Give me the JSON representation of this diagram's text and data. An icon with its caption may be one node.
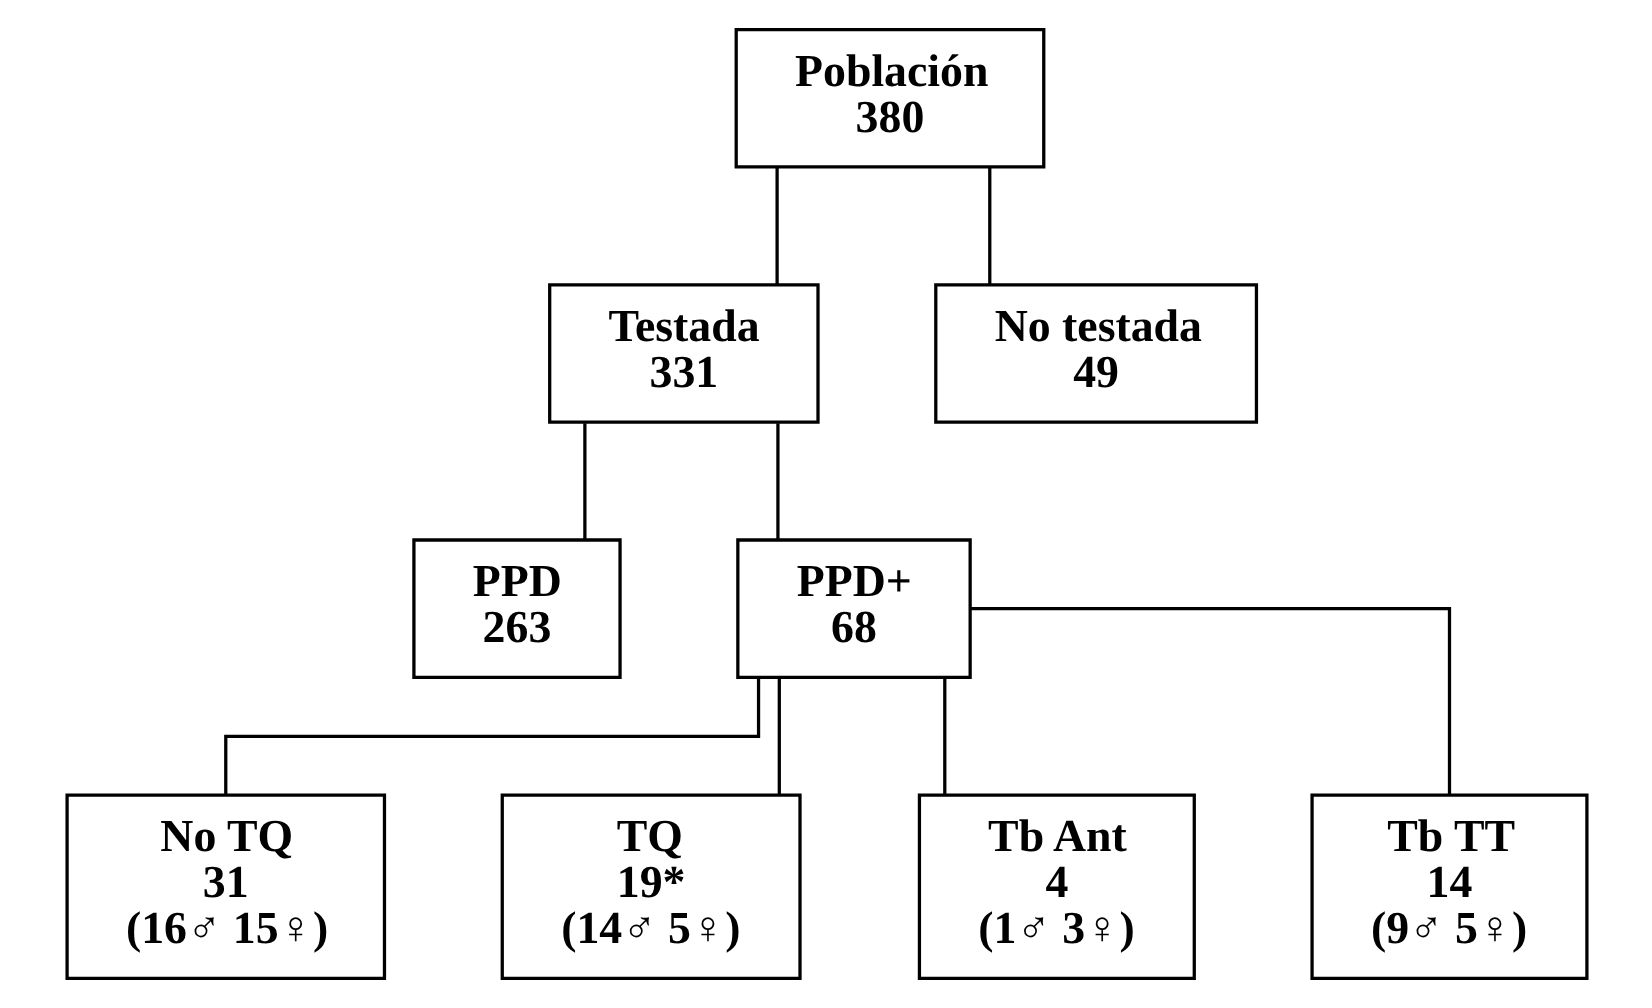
{
  "diagram": {
    "nodes": [
      {
        "text": [
          "Población",
          "380"
        ]
      },
      {
        "text": [
          "Testada",
          "331"
        ]
      },
      {
        "text": [
          "No testada",
          "49"
        ]
      },
      {
        "text": [
          "PPD",
          "263"
        ]
      },
      {
        "text": [
          "PPD+",
          "68"
        ]
      },
      {
        "text": [
          "No TQ",
          "31",
          "(16♂ 15♀)"
        ]
      },
      {
        "text": [
          "TQ",
          "19*",
          "(14♂ 5♀)"
        ]
      },
      {
        "text": [
          "Tb Ant",
          "4",
          "(1♂ 3♀)"
        ]
      },
      {
        "text": [
          "Tb TT",
          "14",
          "(9♂ 5♀)"
        ]
      }
    ],
    "edges": [
      {
        "from": 0,
        "to": 1,
        "arrow": "none"
      },
      {
        "from": 0,
        "to": 2,
        "arrow": "none"
      },
      {
        "from": 1,
        "to": 3,
        "arrow": "none"
      },
      {
        "from": 1,
        "to": 4,
        "arrow": "none"
      },
      {
        "from": 4,
        "to": 5,
        "arrow": "none"
      },
      {
        "from": 4,
        "to": 6,
        "arrow": "none"
      },
      {
        "from": 4,
        "to": 7,
        "arrow": "none"
      },
      {
        "from": 4,
        "to": 8,
        "arrow": "none"
      }
    ]
  }
}
